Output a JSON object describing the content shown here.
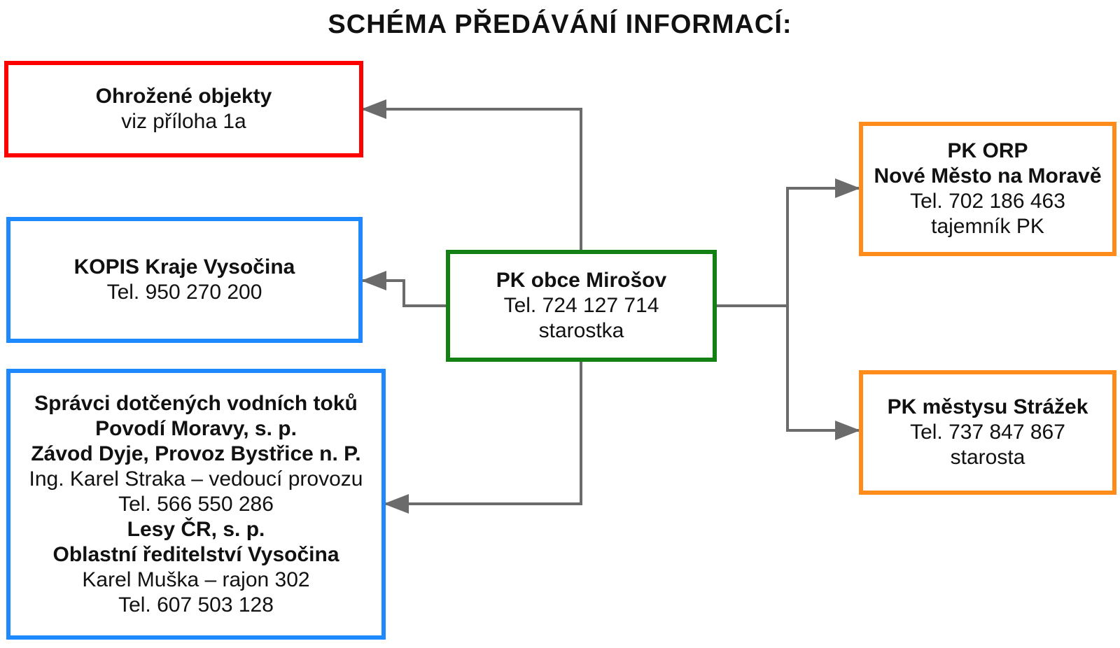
{
  "title": "SCHÉMA PŘEDÁVÁNÍ INFORMACÍ:",
  "colors": {
    "threatened": "#ff0000",
    "info": "#1e88ff",
    "center": "#128012",
    "orp": "#ff8c1a",
    "connector": "#6b6b6b"
  },
  "center": {
    "name": "PK obce Mirošov",
    "phone": "Tel. 724 127 714",
    "role": "starostka"
  },
  "threatened": {
    "name": "Ohrožené objekty",
    "note": "viz příloha 1a"
  },
  "kopis": {
    "name": "KOPIS Kraje Vysočina",
    "phone": "Tel. 950 270 200"
  },
  "water": {
    "heading": "Správci dotčených vodních toků",
    "org1": "Povodí Moravy, s. p.",
    "org1_unit": "Závod Dyje, Provoz Bystřice n. P.",
    "org1_person": "Ing. Karel Straka – vedoucí provozu",
    "org1_phone": "Tel. 566 550 286",
    "org2": "Lesy ČR, s. p.",
    "org2_unit": "Oblastní ředitelství Vysočina",
    "org2_person": "Karel Muška – rajon 302",
    "org2_phone": "Tel. 607 503 128"
  },
  "orp": {
    "name": "PK ORP",
    "place": "Nové Město na Moravě",
    "phone": "Tel. 702 186 463",
    "role": "tajemník PK"
  },
  "strazek": {
    "name": "PK městysu Strážek",
    "phone": "Tel. 737 847 867",
    "role": "starosta"
  }
}
